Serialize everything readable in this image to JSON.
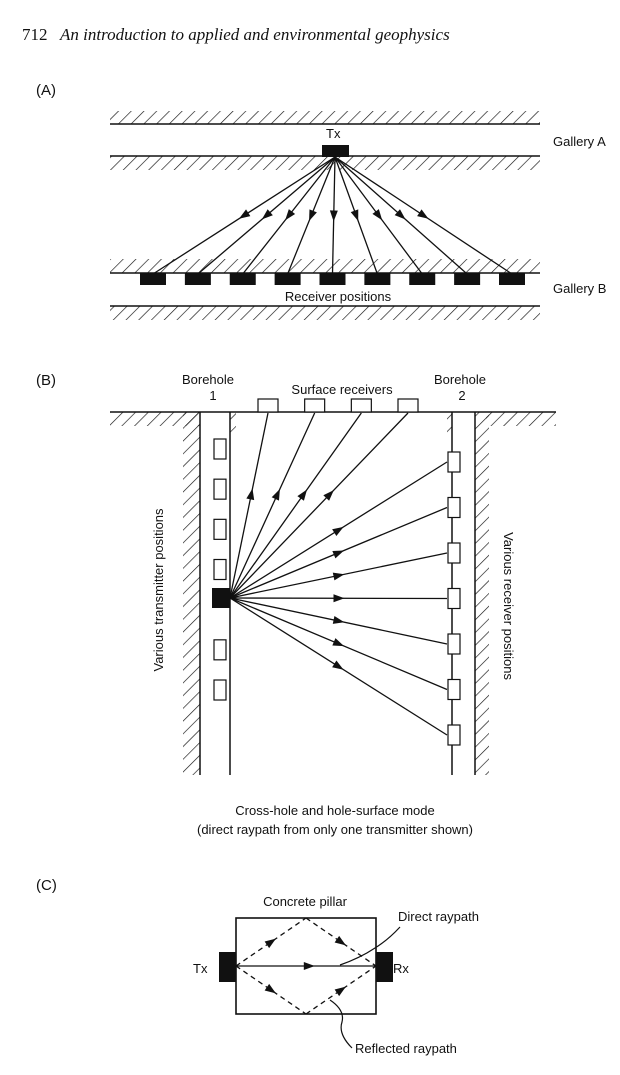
{
  "header": {
    "page_number": "712",
    "title": "An introduction to applied and environmental geophysics"
  },
  "panel_a": {
    "label": "(A)",
    "transmitter": "Tx",
    "gallery_a": "Gallery A",
    "gallery_b": "Gallery B",
    "receivers_caption": "Receiver positions",
    "receiver_count": 9
  },
  "panel_b": {
    "label": "(B)",
    "borehole1_line1": "Borehole",
    "borehole1_line2": "1",
    "borehole2_line1": "Borehole",
    "borehole2_line2": "2",
    "surface_receivers": "Surface receivers",
    "left_side_label": "Various transmitter positions",
    "right_side_label": "Various receiver positions",
    "caption_line1": "Cross-hole and hole-surface mode",
    "caption_line2": "(direct raypath from only one transmitter shown)",
    "surface_receiver_count": 4,
    "left_slot_count": 7,
    "right_slot_count": 7
  },
  "panel_c": {
    "label": "(C)",
    "pillar": "Concrete pillar",
    "direct": "Direct raypath",
    "reflected": "Reflected raypath",
    "tx": "Tx",
    "rx": "Rx"
  }
}
